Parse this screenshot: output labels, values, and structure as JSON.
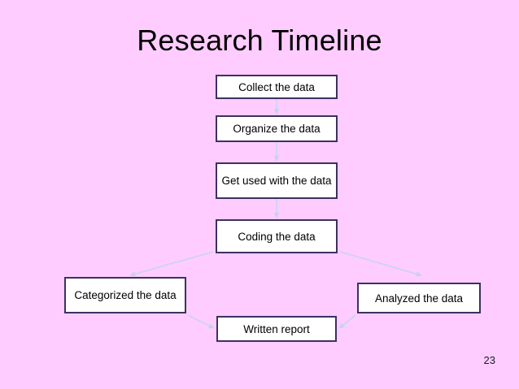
{
  "slide": {
    "title": "Research Timeline",
    "page_number": "23",
    "background_color": "#ffccff",
    "box_fill_color": "#ffffff",
    "box_border_color": "#3b3161",
    "arrow_color": "#c8d4ee",
    "text_color": "#000000"
  },
  "diagram": {
    "type": "flowchart",
    "nodes": [
      {
        "id": "collect",
        "label": "Collect the data"
      },
      {
        "id": "organize",
        "label": "Organize the data"
      },
      {
        "id": "getused",
        "label": "Get used with the data"
      },
      {
        "id": "coding",
        "label": "Coding the data"
      },
      {
        "id": "categorized",
        "label": "Categorized the data"
      },
      {
        "id": "analyzed",
        "label": "Analyzed the data"
      },
      {
        "id": "written",
        "label": "Written report"
      }
    ],
    "edges": [
      {
        "from": "collect",
        "to": "organize",
        "style": "vertical-arrow"
      },
      {
        "from": "organize",
        "to": "getused",
        "style": "vertical-arrow"
      },
      {
        "from": "getused",
        "to": "coding",
        "style": "vertical-arrow"
      },
      {
        "from": "coding",
        "to": "categorized",
        "style": "diagonal-arrow-left"
      },
      {
        "from": "coding",
        "to": "analyzed",
        "style": "diagonal-arrow-right"
      },
      {
        "from": "categorized",
        "to": "written",
        "style": "diagonal-arrow-right"
      },
      {
        "from": "analyzed",
        "to": "written",
        "style": "diagonal-arrow-left"
      }
    ]
  }
}
